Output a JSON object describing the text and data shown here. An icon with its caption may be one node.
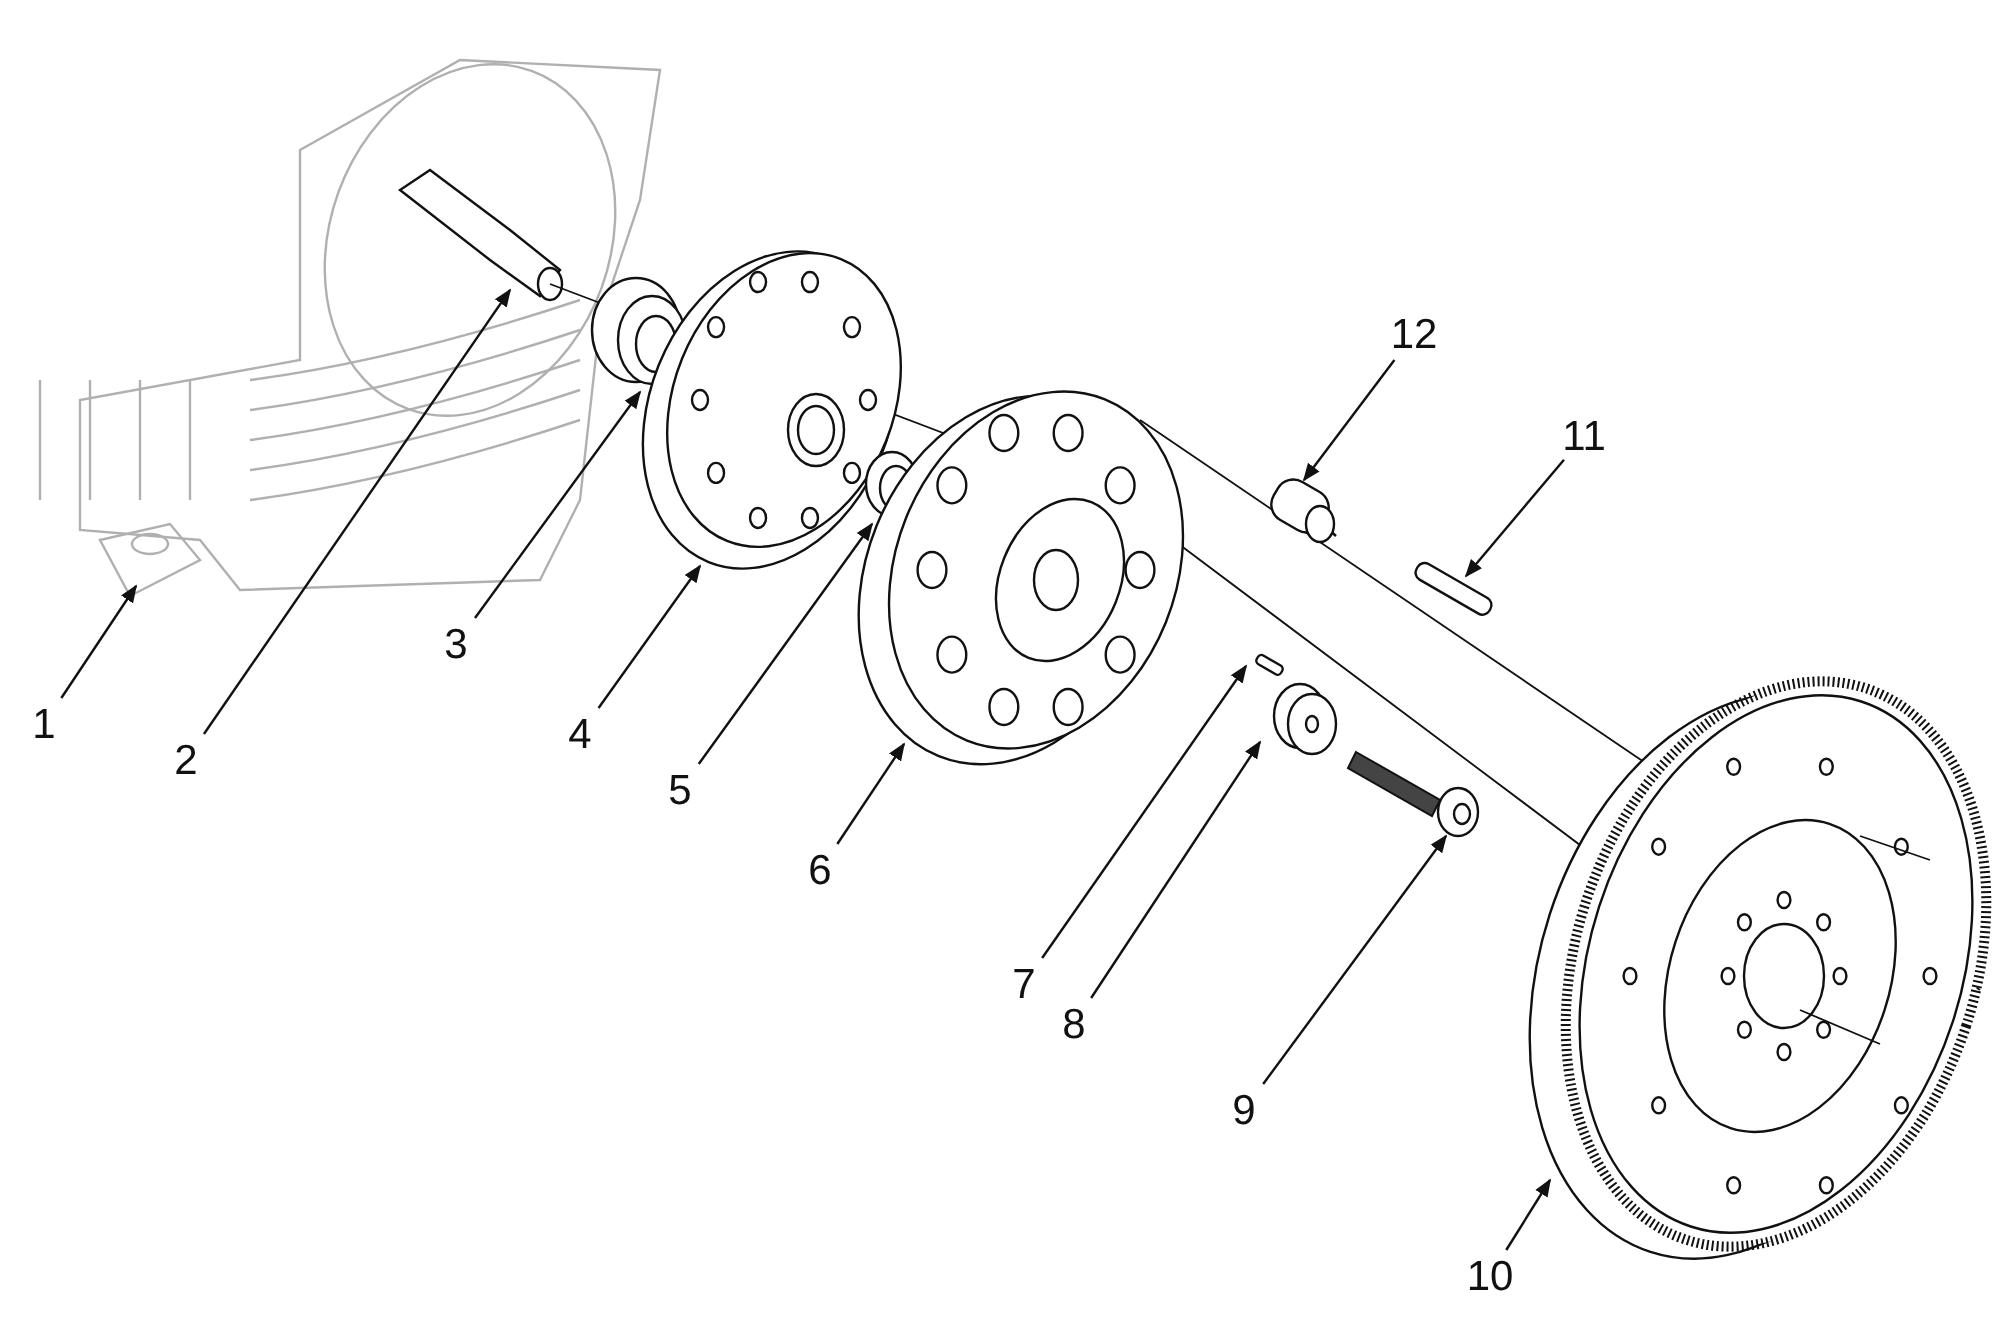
{
  "diagram": {
    "nodes": [
      {
        "text": [
          "1"
        ]
      },
      {
        "text": [
          "2"
        ]
      },
      {
        "text": [
          "3"
        ]
      },
      {
        "text": [
          "4"
        ]
      },
      {
        "text": [
          "5"
        ]
      },
      {
        "text": [
          "6"
        ]
      },
      {
        "text": [
          "7"
        ]
      },
      {
        "text": [
          "8"
        ]
      },
      {
        "text": [
          "9"
        ]
      },
      {
        "text": [
          "10"
        ]
      },
      {
        "text": [
          "11"
        ]
      },
      {
        "text": [
          "12"
        ]
      }
    ],
    "edges": [
      {
        "from": 0,
        "to": null,
        "arrow": "to"
      },
      {
        "from": 1,
        "to": null,
        "arrow": "to"
      },
      {
        "from": 2,
        "to": null,
        "arrow": "to"
      },
      {
        "from": 3,
        "to": null,
        "arrow": "to"
      },
      {
        "from": 4,
        "to": null,
        "arrow": "to"
      },
      {
        "from": 5,
        "to": null,
        "arrow": "to"
      },
      {
        "from": 6,
        "to": null,
        "arrow": "to"
      },
      {
        "from": 7,
        "to": null,
        "arrow": "to"
      },
      {
        "from": 8,
        "to": null,
        "arrow": "to"
      },
      {
        "from": 9,
        "to": null,
        "arrow": "to"
      },
      {
        "from": 10,
        "to": null,
        "arrow": "to"
      },
      {
        "from": 11,
        "to": null,
        "arrow": "to"
      }
    ]
  }
}
